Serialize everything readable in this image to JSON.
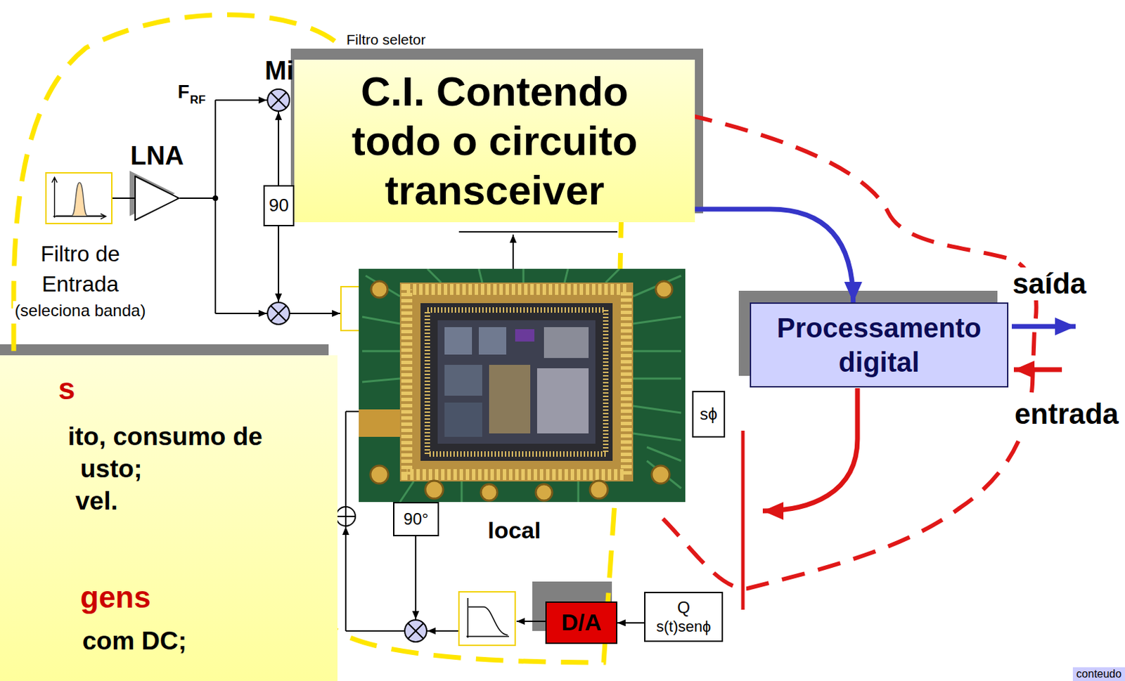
{
  "diagram": {
    "nodes": [
      {
        "text": [
          "C.I. Contendo todo o circuito transceiver"
        ]
      },
      {
        "text": [
          "LNA"
        ]
      },
      {
        "text": [
          "90"
        ]
      },
      {
        "text": [
          "Filtro de Entrada",
          "(seleciona banda)"
        ]
      },
      {
        "text": [
          "Processamento digital"
        ]
      },
      {
        "text": [
          "s",
          "ito, consumo de",
          "usto;",
          "vel.",
          "gens",
          "com DC;"
        ]
      },
      {
        "text": [
          "sϕ"
        ]
      },
      {
        "text": [
          "90°"
        ]
      },
      {
        "text": [
          "D/A"
        ]
      },
      {
        "text": [
          "Q",
          "s(t)senϕ"
        ]
      },
      {
        "text": [
          "conteudo"
        ]
      }
    ],
    "edges": [
      {
        "from": 3,
        "to": 1,
        "arrow": "none"
      },
      {
        "from": 0,
        "to": 4,
        "arrow": "to"
      },
      {
        "from": 9,
        "to": 8,
        "arrow": "to"
      }
    ],
    "labels": [
      "Filtro seletor",
      "Mi",
      "F",
      "RF",
      "saída",
      "entrada",
      "local"
    ]
  }
}
